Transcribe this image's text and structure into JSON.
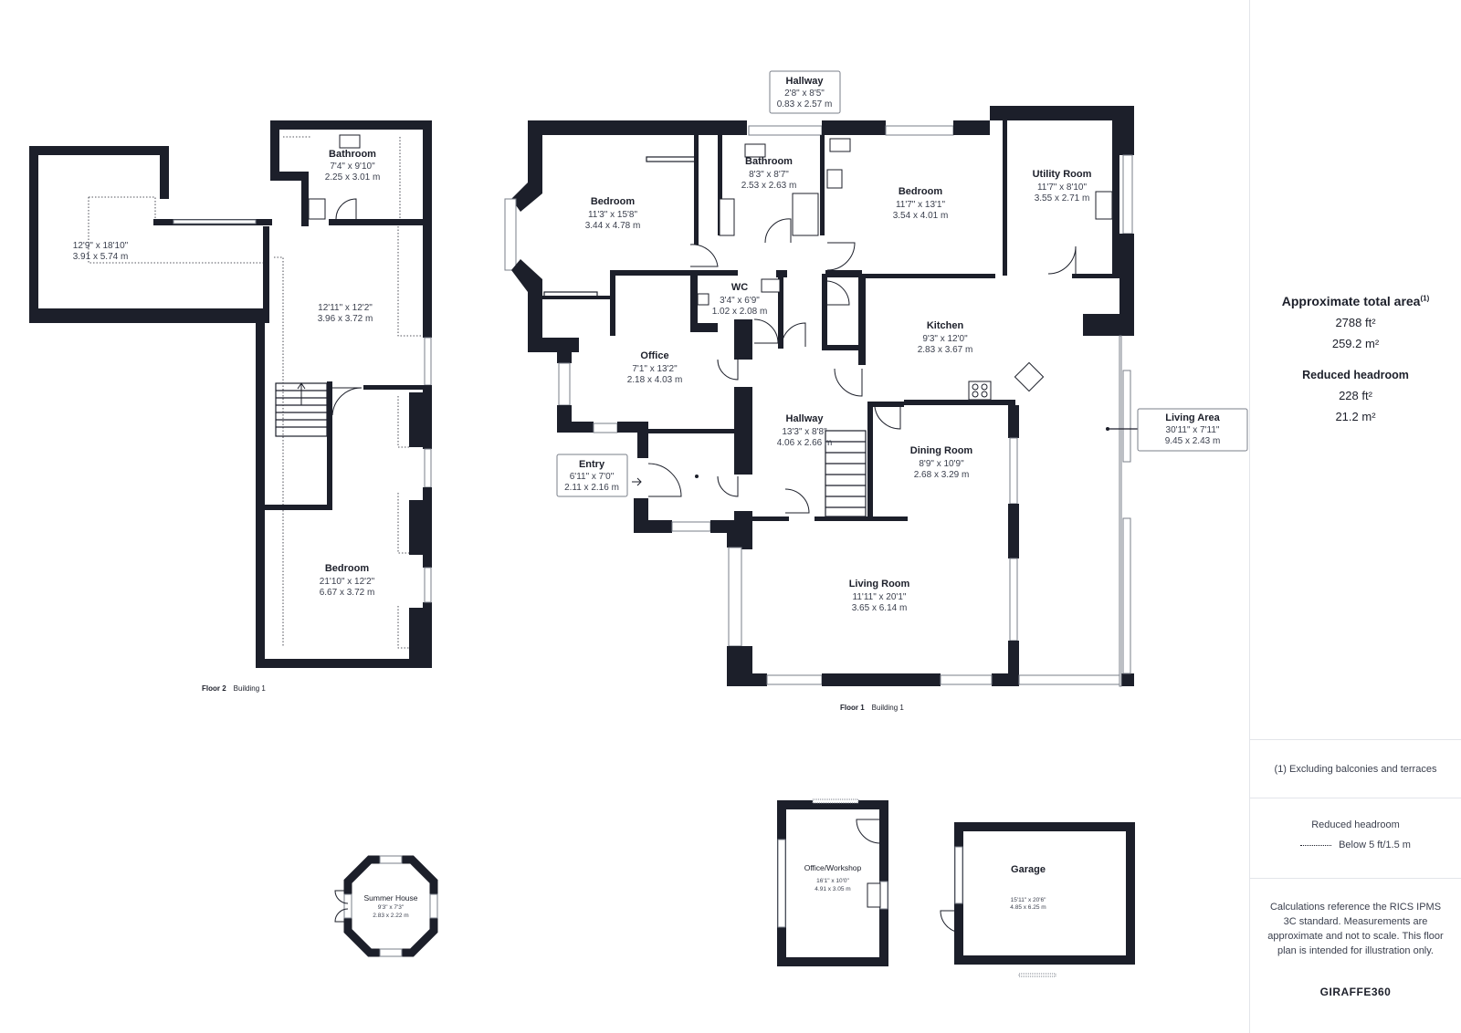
{
  "rooms": {
    "f2_attic": {
      "dims_imp": "12'9\" x 18'10\"",
      "dims_met": "3.91 x 5.74 m"
    },
    "f2_bathroom": {
      "name": "Bathroom",
      "dims_imp": "7'4\" x 9'10\"",
      "dims_met": "2.25 x 3.01 m"
    },
    "f2_landing": {
      "dims_imp": "12'11\" x 12'2\"",
      "dims_met": "3.96 x 3.72 m"
    },
    "f2_bedroom": {
      "name": "Bedroom",
      "dims_imp": "21'10\" x 12'2\"",
      "dims_met": "6.67 x 3.72 m"
    },
    "hallway_top": {
      "name": "Hallway",
      "dims_imp": "2'8\" x 8'5\"",
      "dims_met": "0.83 x 2.57 m"
    },
    "bedroom_left": {
      "name": "Bedroom",
      "dims_imp": "11'3\" x 15'8\"",
      "dims_met": "3.44 x 4.78 m"
    },
    "bathroom": {
      "name": "Bathroom",
      "dims_imp": "8'3\" x 8'7\"",
      "dims_met": "2.53 x 2.63 m"
    },
    "bedroom_right": {
      "name": "Bedroom",
      "dims_imp": "11'7\" x 13'1\"",
      "dims_met": "3.54 x 4.01 m"
    },
    "utility": {
      "name": "Utility Room",
      "dims_imp": "11'7\" x 8'10\"",
      "dims_met": "3.55 x 2.71 m"
    },
    "wc": {
      "name": "WC",
      "dims_imp": "3'4\" x 6'9\"",
      "dims_met": "1.02 x 2.08 m"
    },
    "office": {
      "name": "Office",
      "dims_imp": "7'1\" x 13'2\"",
      "dims_met": "2.18 x 4.03 m"
    },
    "kitchen": {
      "name": "Kitchen",
      "dims_imp": "9'3\" x 12'0\"",
      "dims_met": "2.83 x 3.67 m"
    },
    "hallway": {
      "name": "Hallway",
      "dims_imp": "13'3\" x 8'8\"",
      "dims_met": "4.06 x 2.66 m"
    },
    "entry": {
      "name": "Entry",
      "dims_imp": "6'11\" x 7'0\"",
      "dims_met": "2.11 x 2.16 m"
    },
    "dining": {
      "name": "Dining Room",
      "dims_imp": "8'9\" x 10'9\"",
      "dims_met": "2.68 x 3.29 m"
    },
    "living_area": {
      "name": "Living Area",
      "dims_imp": "30'11\" x 7'11\"",
      "dims_met": "9.45 x 2.43 m"
    },
    "living_room": {
      "name": "Living Room",
      "dims_imp": "11'11\" x 20'1\"",
      "dims_met": "3.65 x 6.14 m"
    },
    "summer_house": {
      "name": "Summer House",
      "dims_imp": "9'3\" x 7'3\"",
      "dims_met": "2.83 x 2.22 m"
    },
    "office_workshop": {
      "name": "Office/Workshop",
      "dims_imp": "16'1\" x 10'0\"",
      "dims_met": "4.91 x 3.05 m"
    },
    "garage": {
      "name": "Garage",
      "dims_imp": "15'11\" x 20'6\"",
      "dims_met": "4.85 x 6.25 m"
    }
  },
  "floors": {
    "floor2": {
      "floor": "Floor 2",
      "building": "Building 1"
    },
    "floor1": {
      "floor": "Floor 1",
      "building": "Building 1"
    }
  },
  "sidebar": {
    "total_area_title": "Approximate total area",
    "total_area_footnote": "(1)",
    "total_area_ft": "2788 ft²",
    "total_area_m": "259.2 m²",
    "reduced_title": "Reduced headroom",
    "reduced_ft": "228 ft²",
    "reduced_m": "21.2 m²",
    "footnote": "(1) Excluding balconies and terraces",
    "legend_title": "Reduced headroom",
    "legend_item": "Below 5 ft/1.5 m",
    "disclaimer": "Calculations reference the RICS IPMS 3C standard. Measurements are approximate and not to scale. This floor plan is intended for illustration only.",
    "brand": "GIRAFFE360"
  }
}
